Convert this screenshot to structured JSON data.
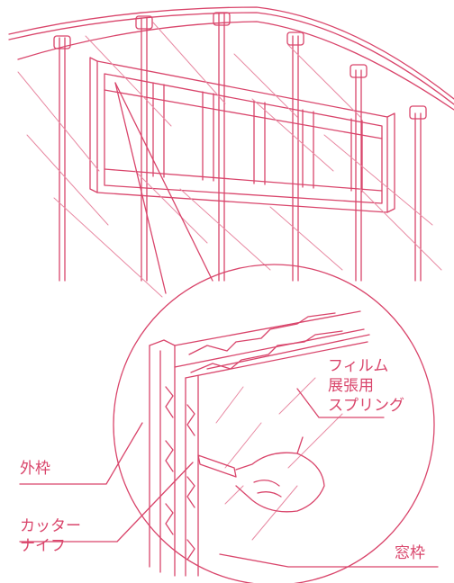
{
  "labels": {
    "film_spring": [
      "フィルム",
      "展張用",
      "スプリング"
    ],
    "outer_frame": "外枠",
    "cutter_knife": [
      "カッター",
      "ナイフ"
    ],
    "window_frame": "窓枠"
  },
  "colors": {
    "line": "#d9456b",
    "hatch": "#e88aa3",
    "background": "#ffffff"
  }
}
